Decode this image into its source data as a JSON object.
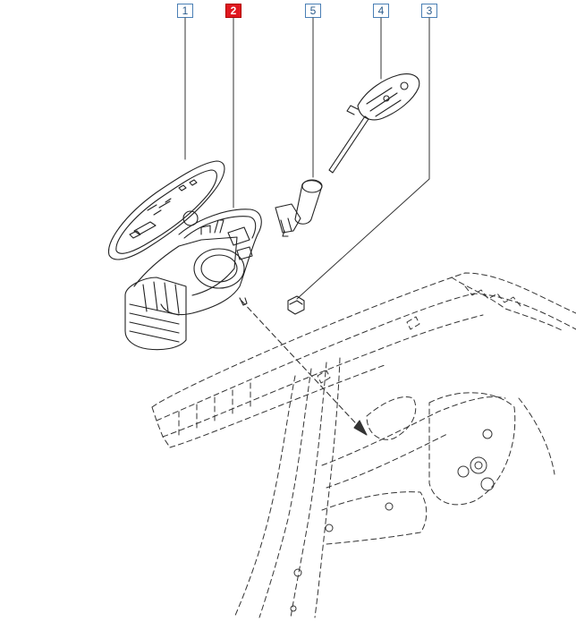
{
  "callouts": [
    {
      "id": "1",
      "label": "1",
      "active": false
    },
    {
      "id": "2",
      "label": "2",
      "active": true
    },
    {
      "id": "5",
      "label": "5",
      "active": false
    },
    {
      "id": "4",
      "label": "4",
      "active": false
    },
    {
      "id": "3",
      "label": "3",
      "active": false
    }
  ],
  "colors": {
    "highlight": "#e01820",
    "callout_border": "#4a7fb5",
    "line": "#222222"
  }
}
